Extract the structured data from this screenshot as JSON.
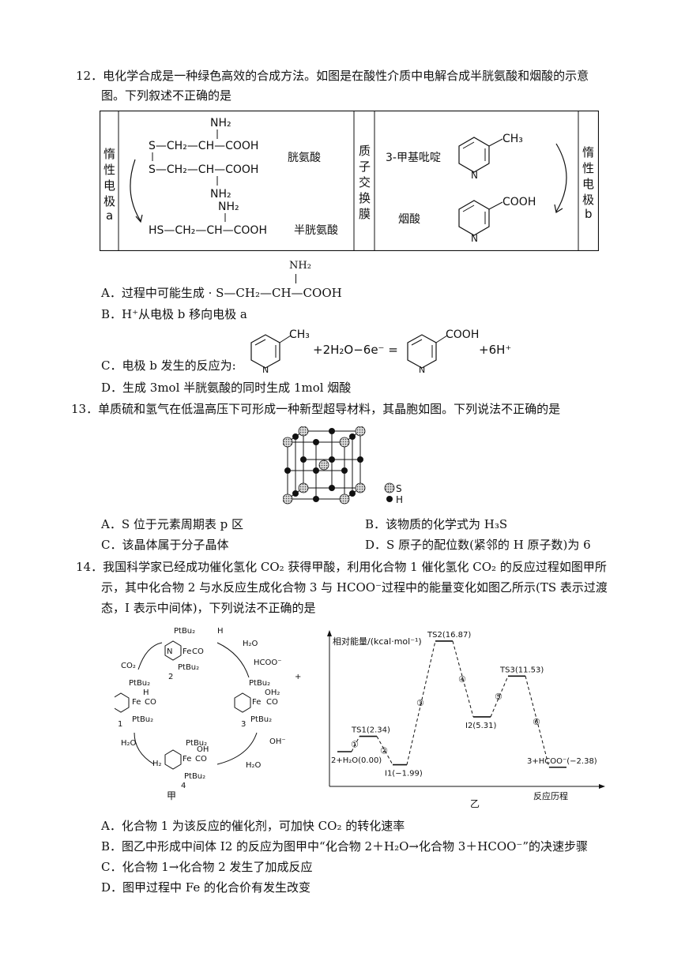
{
  "q12": {
    "stem1": "12．电化学合成是一种绿色高效的合成方法。如图是在酸性介质中电解合成半胱氨酸和烟酸的示意",
    "stem2": "图。下列叙述不正确的是",
    "diagram": {
      "left_electrode": [
        "惰",
        "性",
        "电",
        "极",
        "a"
      ],
      "right_electrode": [
        "惰",
        "性",
        "电",
        "极",
        "b"
      ],
      "membrane": [
        "质",
        "子",
        "交",
        "换",
        "膜"
      ],
      "nh2": "NH₂",
      "cystine_row1": "S—CH₂—CH—COOH",
      "cystine_row2": "S—CH₂—CH—COOH",
      "cystine_label": "胱氨酸",
      "cysteine_formula": "HS—CH₂—CH—COOH",
      "cysteine_label": "半胱氨酸",
      "methylpyridine_label": "3-甲基吡啶",
      "nicotinic_label": "烟酸",
      "ch3": "CH₃",
      "cooh": "COOH",
      "n": "N"
    },
    "options": {
      "A_prefix": "A．过程中可能生成 · S—CH₂—CH—COOH",
      "A_nh2": "NH₂",
      "B": "B．H⁺从电极 b 移向电极 a",
      "C_prefix": "C．电极 b 发生的反应为:",
      "C_mid": "+2H₂O−6e⁻ =",
      "C_end": "+6H⁺",
      "D": "D．生成 3mol 半胱氨酸的同时生成 1mol 烟酸"
    }
  },
  "q13": {
    "stem": "13．单质硫和氢气在低温高压下可形成一种新型超导材料，其晶胞如图。下列说法不正确的是",
    "legend_s": "S",
    "legend_h": "H",
    "A": "A．S 位于元素周期表 p 区",
    "B": "B．该物质的化学式为 H₃S",
    "C": "C．该晶体属于分子晶体",
    "D": "D．S 原子的配位数(紧邻的 H 原子数)为 6"
  },
  "q14": {
    "stem1": "14．我国科学家已经成功催化氢化 CO₂ 获得甲酸，利用化合物 1 催化氢化 CO₂ 的反应过程如图甲所",
    "stem2": "示，其中化合物 2 与水反应生成化合物 3 与 HCOO⁻过程中的能量变化如图乙所示(TS 表示过渡",
    "stem3": "态，I 表示中间体)，下列说法不正确的是",
    "cycle": {
      "label": "甲",
      "co2": "CO₂",
      "h2o_top": "H₂O",
      "hcoo": "HCOO⁻",
      "h2o_left": "H₂O",
      "h2": "H₂",
      "oh": "OH⁻",
      "h2o_bottom": "H₂O",
      "ptbu2": "PtBu₂",
      "fe": "Fe",
      "co": "CO",
      "n": "N",
      "h": "H",
      "oh_lig": "OH",
      "oh2": "OH₂",
      "plus": "+",
      "num1": "1",
      "num2": "2",
      "num3": "3",
      "num4": "4"
    },
    "energy": {
      "label": "乙",
      "ylabel": "相对能量/(kcal·mol⁻¹)",
      "xlabel": "反应历程",
      "start": "2+H₂O(0.00)",
      "ts1": "TS1(2.34)",
      "i1": "I1(−1.99)",
      "ts2": "TS2(16.87)",
      "i2": "I2(5.31)",
      "ts3": "TS3(11.53)",
      "end": "3+HCOO⁻(−2.38)",
      "steps": [
        "①",
        "②",
        "③",
        "④",
        "⑤",
        "⑥"
      ]
    },
    "A": "A．化合物 1 为该反应的催化剂，可加快 CO₂ 的转化速率",
    "B": "B．图乙中形成中间体 I2 的反应为图甲中“化合物 2＋H₂O→化合物 3＋HCOO⁻”的决速步骤",
    "C": "C．化合物 1→化合物 2 发生了加成反应",
    "D": "D．图甲过程中 Fe 的化合价有发生改变"
  },
  "chart_data": {
    "type": "line",
    "title": "",
    "xlabel": "反应历程",
    "ylabel": "相对能量/(kcal·mol⁻¹)",
    "categories": [
      "2+H₂O",
      "TS1",
      "I1",
      "TS2",
      "I2",
      "TS3",
      "3+HCOO⁻"
    ],
    "values": [
      0.0,
      2.34,
      -1.99,
      16.87,
      5.31,
      11.53,
      -2.38
    ]
  }
}
